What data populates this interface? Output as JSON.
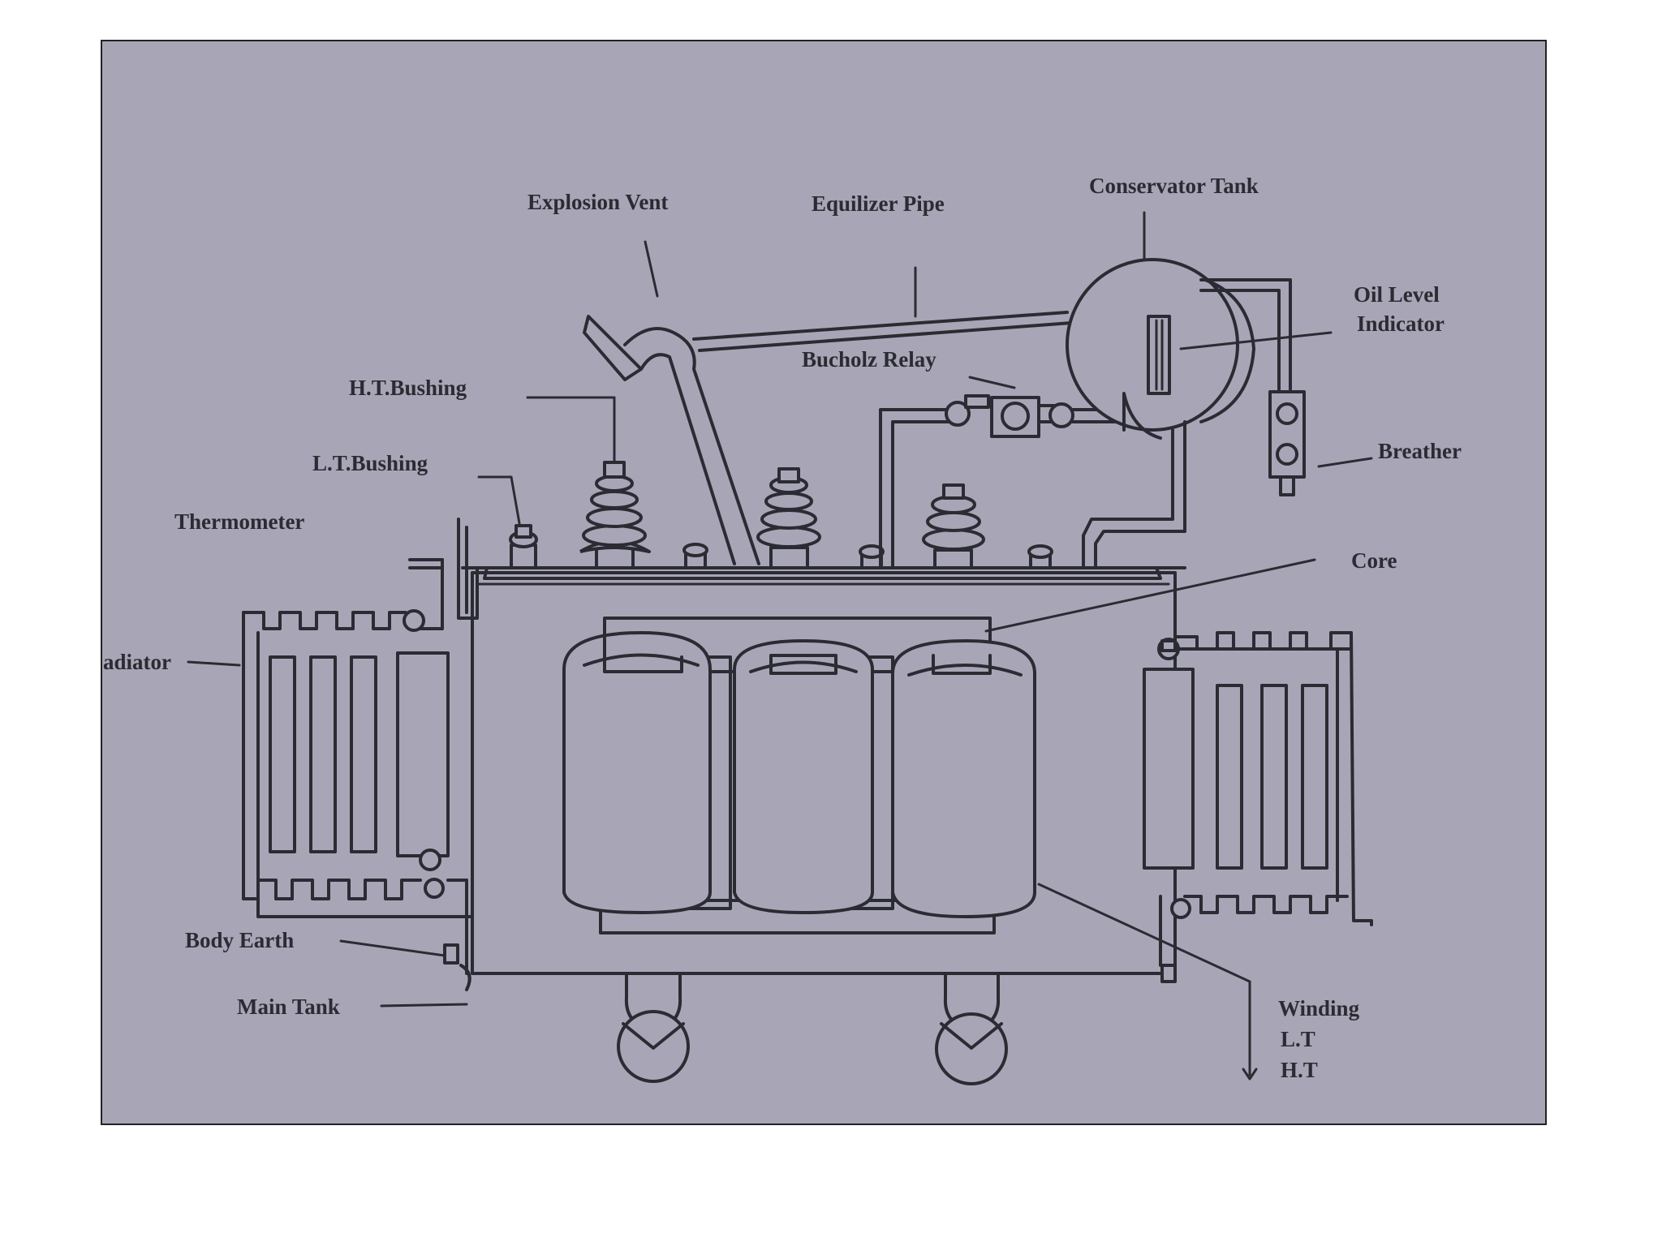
{
  "labels": {
    "explosion_vent": "Explosion Vent",
    "equilizer_pipe": "Equilizer Pipe",
    "conservator_tank": "Conservator Tank",
    "oil_level_indicator_1": "Oil Level",
    "oil_level_indicator_2": "Indicator",
    "bucholz_relay": "Bucholz Relay",
    "ht_bushing": "H.T.Bushing",
    "lt_bushing": "L.T.Bushing",
    "thermometer": "Thermometer",
    "breather": "Breather",
    "core": "Core",
    "radiator": "adiator",
    "body_earth": "Body Earth",
    "main_tank": "Main Tank",
    "winding": "Winding",
    "winding_lt": "L.T",
    "winding_ht": "H.T"
  },
  "colors": {
    "background": "#a8a6b6",
    "ink": "#2b2b33",
    "page": "#ffffff"
  }
}
